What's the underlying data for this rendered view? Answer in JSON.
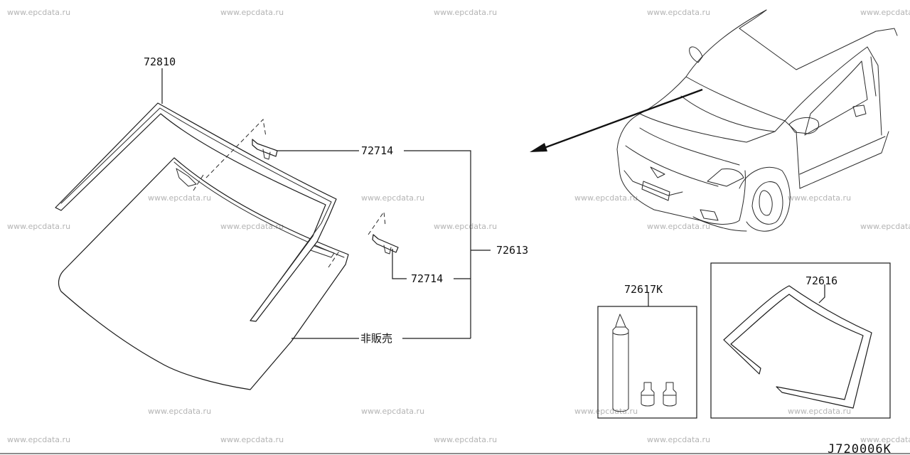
{
  "watermark": "www.epcdata.ru",
  "parts": {
    "molding_top": "72810",
    "clip_upper": "72714",
    "clip_lower": "72714",
    "kit_main": "72613",
    "not_sold": "非販売",
    "adhesive_kit": "72617K",
    "dam_rubber": "72616"
  },
  "diagram_ref": "J720006K"
}
